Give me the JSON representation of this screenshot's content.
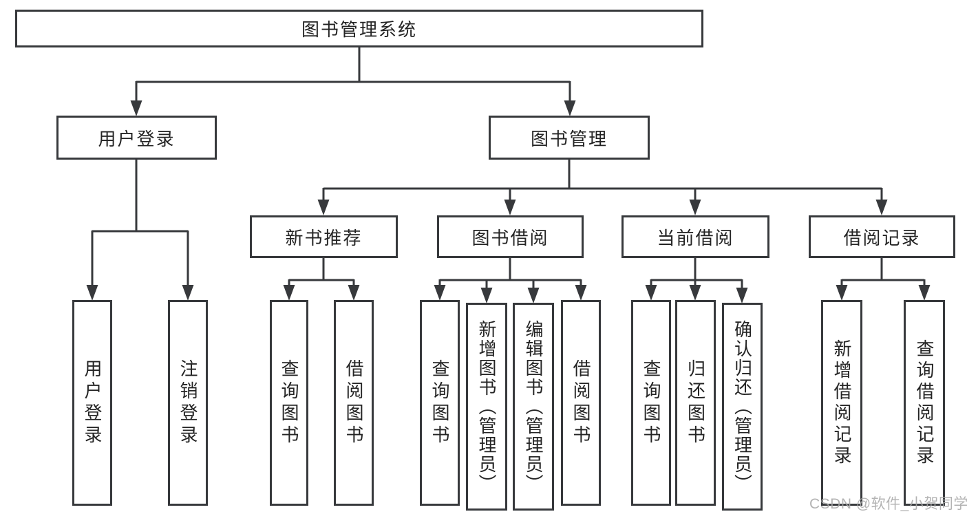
{
  "nodes": {
    "root": "图书管理系统",
    "l2_user_login": "用户登录",
    "l2_book_mgmt": "图书管理",
    "l3_new_books": "新书推荐",
    "l3_book_borrow": "图书借阅",
    "l3_current_borrow": "当前借阅",
    "l3_borrow_records": "借阅记录",
    "leaf_user_login": "用户登录",
    "leaf_logout": "注销登录",
    "leaf_nb_query": "查询图书",
    "leaf_nb_borrow": "借阅图书",
    "leaf_bb_query": "查询图书",
    "leaf_bb_add": "新增图书（管理员）",
    "leaf_bb_edit": "编辑图书（管理员）",
    "leaf_bb_borrow": "借阅图书",
    "leaf_cb_query": "查询图书",
    "leaf_cb_return": "归还图书",
    "leaf_cb_confirm": "确认归还（管理员）",
    "leaf_br_add": "新增借阅记录",
    "leaf_br_query": "查询借阅记录"
  },
  "watermark": "CSDN @软件_小贺同学",
  "colors": {
    "line": "#37393c",
    "text": "#242424",
    "watermark": "#a8a8a8",
    "background": "#ffffff"
  }
}
